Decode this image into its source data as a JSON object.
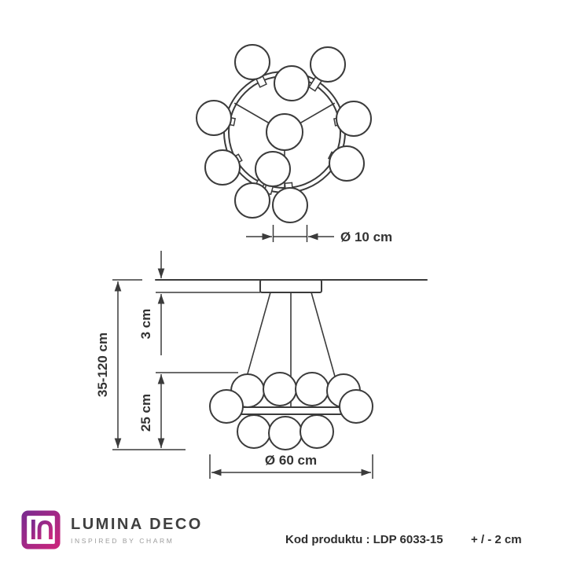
{
  "dimensions": {
    "sphere_diameter": "Ø 10 cm",
    "overall_height": "35-120 cm",
    "canopy_height": "3 cm",
    "body_height": "25 cm",
    "overall_diameter": "Ø 60 cm"
  },
  "footer": {
    "brand_name": "LUMINA DECO",
    "brand_tagline": "INSPIRED BY CHARM",
    "product_code": "Kod produktu : LDP 6033-15",
    "tolerance": "+ / - 2 cm"
  },
  "colors": {
    "line": "#3b3b3b",
    "text": "#333333",
    "logo_gradient_start": "#7d2b8f",
    "logo_gradient_end": "#c9267d"
  }
}
